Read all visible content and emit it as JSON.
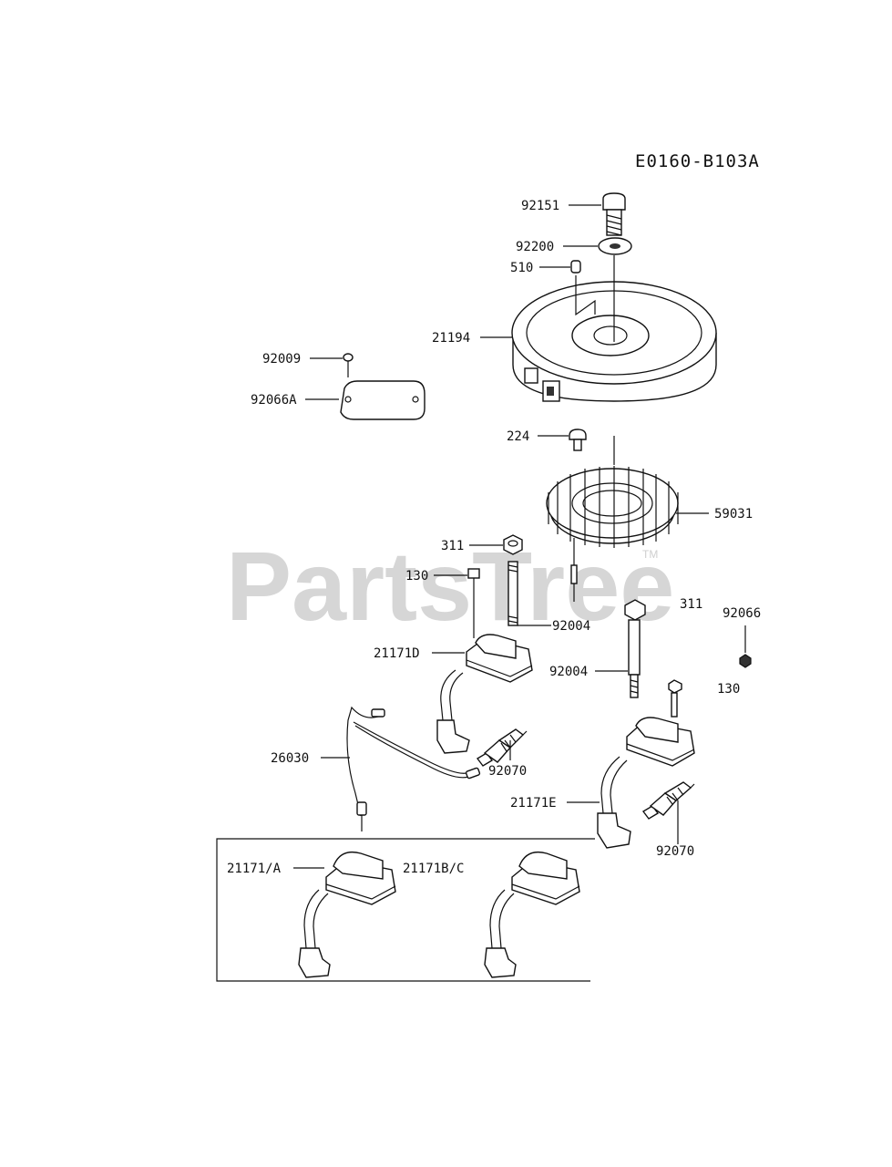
{
  "diagram_code": "E0160-B103A",
  "watermark": "PartsTree",
  "watermark_tm": "TM",
  "labels": {
    "p92151": "92151",
    "p92200": "92200",
    "p510": "510",
    "p21194": "21194",
    "p92009": "92009",
    "p92066A": "92066A",
    "p224": "224",
    "p59031": "59031",
    "p311a": "311",
    "p130a": "130",
    "p92004a": "92004",
    "p21171D": "21171D",
    "p311b": "311",
    "p92066": "92066",
    "p130b": "130",
    "p92004b": "92004",
    "p26030": "26030",
    "p92070a": "92070",
    "p21171E": "21171E",
    "p92070b": "92070",
    "p21171A": "21171/A",
    "p21171BC": "21171B/C"
  }
}
